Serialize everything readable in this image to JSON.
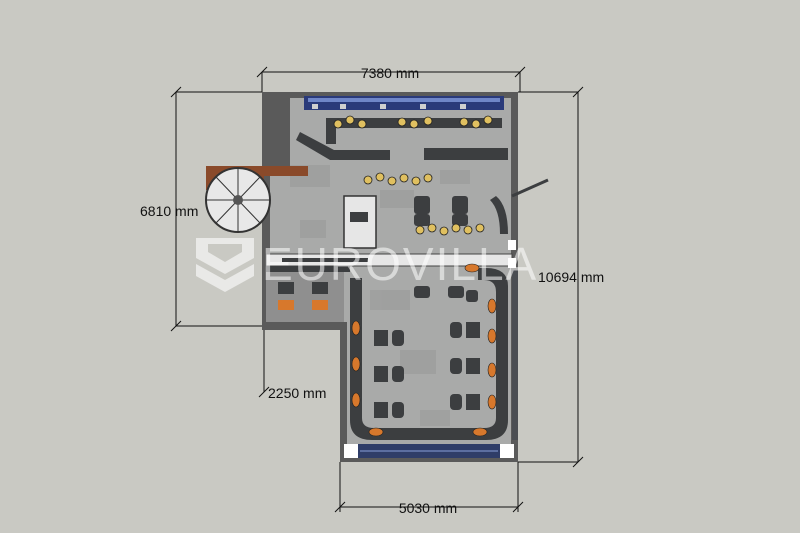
{
  "dimensions": {
    "top_width": "7380 mm",
    "left_height": "6810 mm",
    "right_height": "10694 mm",
    "lower_left_offset": "2250 mm",
    "bottom_width": "5030 mm"
  },
  "watermark": {
    "brand": "EUROVILLA"
  },
  "colors": {
    "background": "#c9c9c3",
    "wall": "#5a5a5a",
    "floor": "#a9aaa9",
    "furniture": "#3c3e40",
    "accent_orange": "#d7782c",
    "accent_blue": "#2a3a7a",
    "lamp_yellow": "#e0c060",
    "timber": "#8a4a2a"
  }
}
